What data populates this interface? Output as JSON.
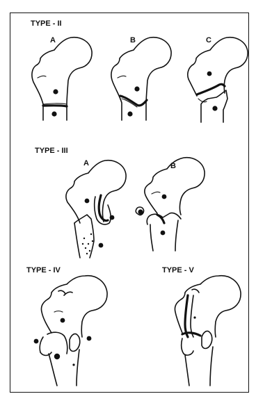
{
  "type_labels": {
    "t2": "TYPE - II",
    "t3": "TYPE - III",
    "t4": "TYPE - IV",
    "t5": "TYPE - V"
  },
  "subtype_labels": {
    "t2a": "A",
    "t2b": "B",
    "t2c": "C",
    "t3a": "A",
    "t3b": "B"
  }
}
